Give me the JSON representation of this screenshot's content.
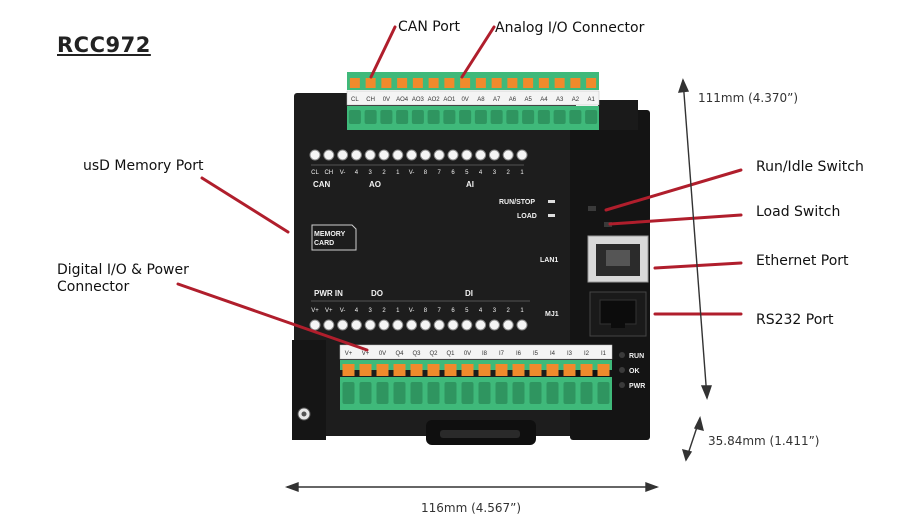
{
  "title": "RCC972",
  "callouts": {
    "can_port": "CAN Port",
    "analog_io": "Analog I/O Connector",
    "usd_memory": "usD Memory Port",
    "digital_io_line1": "Digital I/O & Power",
    "digital_io_line2": "Connector",
    "run_idle": "Run/Idle Switch",
    "load_switch": "Load Switch",
    "ethernet": "Ethernet Port",
    "rs232": "RS232 Port"
  },
  "dimensions": {
    "height": "111mm (4.370”)",
    "depth": "35.84mm (1.411”)",
    "width": "116mm (4.567”)"
  },
  "device": {
    "top_group_labels": [
      "CAN",
      "AO",
      "AI"
    ],
    "top_pin_labels": [
      "CL",
      "CH",
      "V-",
      "4",
      "3",
      "2",
      "1",
      "V-",
      "8",
      "7",
      "6",
      "5",
      "4",
      "3",
      "2",
      "1"
    ],
    "top_terminal_labels": [
      "CL",
      "CH",
      "0V",
      "AO4",
      "AO3",
      "AO2",
      "AO1",
      "0V",
      "A8",
      "A7",
      "A6",
      "A5",
      "A4",
      "A3",
      "A2",
      "A1"
    ],
    "memory_card": [
      "MEMORY",
      "CARD"
    ],
    "switch_labels": [
      "RUN/STOP",
      "LOAD"
    ],
    "port_labels": [
      "LAN1",
      "MJ1"
    ],
    "bottom_group_labels": [
      "PWR IN",
      "DO",
      "DI"
    ],
    "bottom_pin_labels": [
      "V+",
      "V+",
      "V-",
      "4",
      "3",
      "2",
      "1",
      "V-",
      "8",
      "7",
      "6",
      "5",
      "4",
      "3",
      "2",
      "1"
    ],
    "bottom_terminal_labels": [
      "V+",
      "V+",
      "0V",
      "Q4",
      "Q3",
      "Q2",
      "Q1",
      "0V",
      "I8",
      "I7",
      "I6",
      "I5",
      "I4",
      "I3",
      "I2",
      "I1"
    ],
    "led_labels": [
      "RUN",
      "OK",
      "PWR"
    ]
  },
  "colors": {
    "callout_line": "#b01e2c",
    "terminal_green": "#3fb97a",
    "terminal_orange": "#f08a2c",
    "housing": "#1d1d1d"
  }
}
